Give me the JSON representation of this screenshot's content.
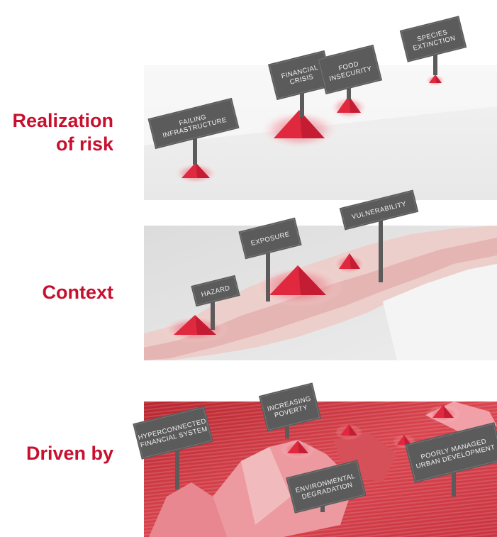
{
  "colors": {
    "label": "#c8102e",
    "sign": "#5b5b5b",
    "peak": "#e0283f",
    "peak_light": "#f3a7b0",
    "panel_top": "#f2f2f2",
    "panel_mid": "#ebe6e4",
    "panel_bottom": "#d9454f"
  },
  "rows": [
    {
      "id": "realization",
      "label": "Realization\nof risk",
      "signs": [
        {
          "lines": [
            "FAILING",
            "INFRASTRUCTURE"
          ]
        },
        {
          "lines": [
            "FINANCIAL",
            "CRISIS"
          ]
        },
        {
          "lines": [
            "FOOD",
            "INSECURITY"
          ]
        },
        {
          "lines": [
            "SPECIES",
            "EXTINCTION"
          ]
        }
      ]
    },
    {
      "id": "context",
      "label": "Context",
      "signs": [
        {
          "lines": [
            "HAZARD"
          ]
        },
        {
          "lines": [
            "EXPOSURE"
          ]
        },
        {
          "lines": [
            "VULNERABILITY"
          ]
        }
      ]
    },
    {
      "id": "driven",
      "label": "Driven by",
      "signs": [
        {
          "lines": [
            "HYPERCONNECTED",
            "FINANCIAL SYSTEM"
          ]
        },
        {
          "lines": [
            "INCREASING",
            "POVERTY"
          ]
        },
        {
          "lines": [
            "ENVIRONMENTAL",
            "DEGRADATION"
          ]
        },
        {
          "lines": [
            "POORLY MANAGED",
            "URBAN DEVELOPMENT"
          ]
        }
      ]
    }
  ]
}
